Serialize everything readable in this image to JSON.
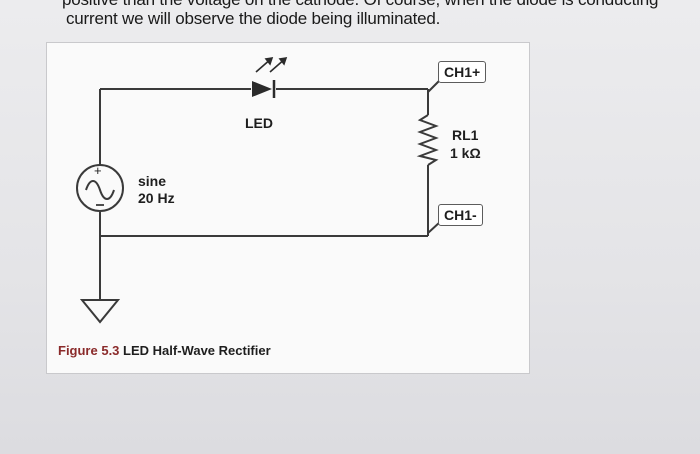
{
  "page": {
    "top_line_fragment": "positive than the voltage on the cathode. Of course, when the diode is conducting",
    "intro_text": "current we will observe the diode being illuminated."
  },
  "figure": {
    "caption_number": "Figure 5.3",
    "caption_title": "LED Half-Wave Rectifier",
    "source_label_line1": "sine",
    "source_label_line2": "20 Hz",
    "led_label": "LED",
    "resistor_label_line1": "RL1",
    "resistor_label_line2": "1 kΩ",
    "probe_top": "CH1+",
    "probe_bottom": "CH1-",
    "source_plus_sign": "+"
  },
  "colors": {
    "wire": "#3a3a3a",
    "caption_number": "#8a2a2a",
    "figure_background": "#fafafa"
  }
}
